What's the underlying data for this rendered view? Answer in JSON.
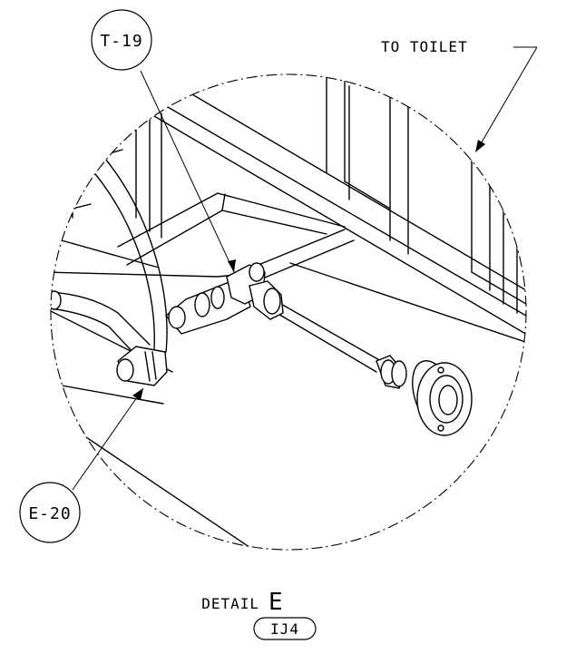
{
  "callouts": {
    "tee": "T-19",
    "elbow": "E-20",
    "to_toilet": "TO TOILET"
  },
  "detail": {
    "prefix": "DETAIL",
    "letter": "E",
    "sheet_ref": "IJ4"
  }
}
